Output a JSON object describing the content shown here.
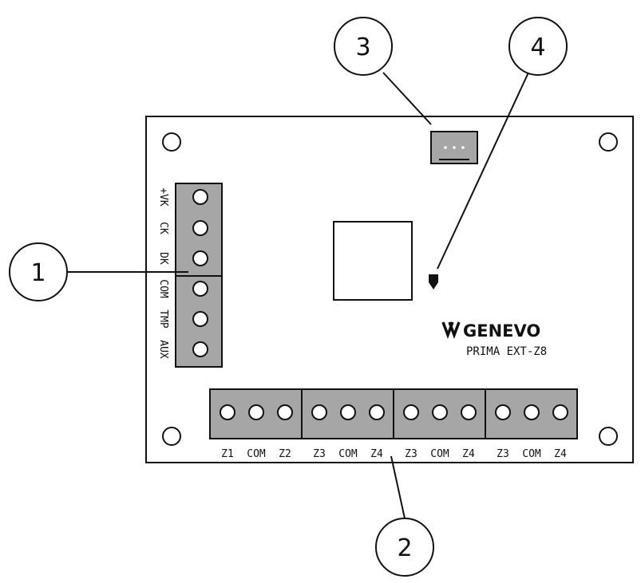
{
  "callouts": [
    "1",
    "2",
    "3",
    "4"
  ],
  "brand": {
    "name": "GENEVO",
    "model": "PRIMA EXT-Z8"
  },
  "left_terminals": [
    "+VK",
    "CK",
    "DK",
    "COM",
    "TMP",
    "AUX"
  ],
  "bottom_terminal_groups": [
    [
      "Z1",
      "COM",
      "Z2"
    ],
    [
      "Z3",
      "COM",
      "Z4"
    ],
    [
      "Z3",
      "COM",
      "Z4"
    ],
    [
      "Z3",
      "COM",
      "Z4"
    ]
  ],
  "colors": {
    "terminal_fill": "#a6a6a6",
    "line": "#111111",
    "board": "#ffffff"
  }
}
